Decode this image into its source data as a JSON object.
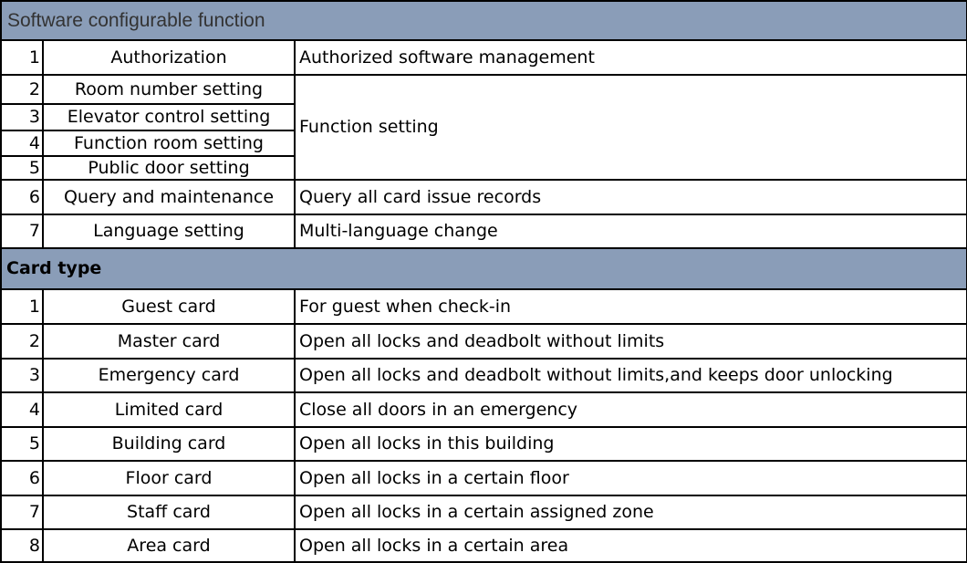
{
  "sections": [
    {
      "title": "Software configurable function",
      "rows": [
        {
          "no": "1",
          "name": "Authorization",
          "desc": "Authorized software management"
        },
        {
          "no": "2",
          "name": "Room number setting",
          "desc": "Function setting"
        },
        {
          "no": "3",
          "name": "Elevator control setting"
        },
        {
          "no": "4",
          "name": "Function room setting"
        },
        {
          "no": "5",
          "name": "Public door setting"
        },
        {
          "no": "6",
          "name": "Query and maintenance",
          "desc": "Query all card issue records"
        },
        {
          "no": "7",
          "name": "Language setting",
          "desc": "Multi-language change"
        }
      ]
    },
    {
      "title": "Card type",
      "rows": [
        {
          "no": "1",
          "name": "Guest card",
          "desc": "For guest when check-in"
        },
        {
          "no": "2",
          "name": "Master card",
          "desc": "Open all locks and deadbolt without limits"
        },
        {
          "no": "3",
          "name": "Emergency card",
          "desc": "Open all locks and deadbolt without limits,and keeps door unlocking"
        },
        {
          "no": "4",
          "name": "Limited card",
          "desc": "Close all doors in an emergency"
        },
        {
          "no": "5",
          "name": "Building card",
          "desc": "Open all locks in this building"
        },
        {
          "no": "6",
          "name": "Floor card",
          "desc": "Open all locks in a certain floor"
        },
        {
          "no": "7",
          "name": "Staff card",
          "desc": "Open all locks in a certain assigned zone"
        },
        {
          "no": "8",
          "name": "Area card",
          "desc": "Open all locks in a certain area"
        }
      ]
    }
  ],
  "colors": {
    "section_header_bg": "#8a9db8",
    "border": "#000000"
  }
}
